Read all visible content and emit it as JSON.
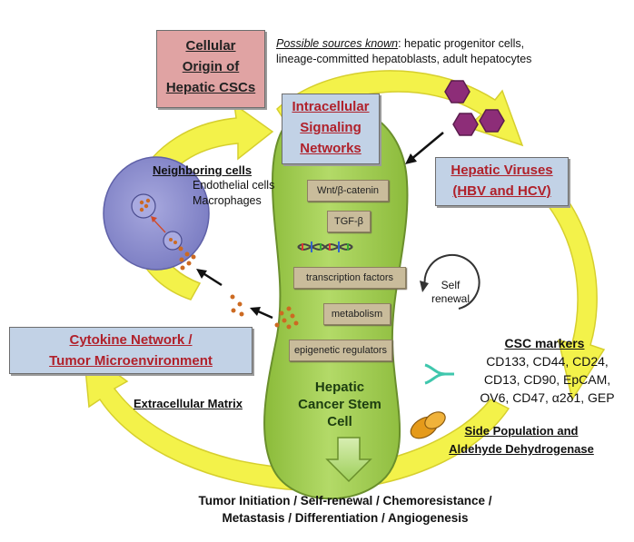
{
  "origin_box": {
    "line1": "Cellular",
    "line2": "Origin of",
    "line3": "Hepatic CSCs"
  },
  "sources": {
    "prefix": "Possible sources known",
    "line1_rest": ": hepatic progenitor cells,",
    "line2": "lineage-committed hepatoblasts, adult hepatocytes"
  },
  "signaling_box": {
    "line1": "Intracellular",
    "line2": "Signaling",
    "line3": "Networks"
  },
  "viruses_box": {
    "line1": "Hepatic Viruses",
    "line2": "(HBV and HCV)"
  },
  "neighbor": {
    "title": "Neighboring cells",
    "line1": "Endothelial cells",
    "line2": "Macrophages"
  },
  "pathways": [
    "Wnt/β-catenin",
    "TGF-β",
    "transcription factors",
    "metabolism",
    "epigenetic regulators"
  ],
  "self_renewal": {
    "line1": "Self",
    "line2": "renewal"
  },
  "csc_markers": {
    "title": "CSC markers",
    "lines": [
      "CD133, CD44, CD24,",
      "CD13, CD90, EpCAM,",
      "OV6, CD47, α2δ1, GEP"
    ]
  },
  "cytokine_box": {
    "line1": "Cytokine Network /",
    "line2": "Tumor Microenvironment"
  },
  "ecm": "Extracellular Matrix",
  "cell_label": {
    "line1": "Hepatic",
    "line2": "Cancer Stem",
    "line3": "Cell"
  },
  "side_population": {
    "line1": "Side Population and",
    "line2": "Aldehyde Dehydrogenase"
  },
  "outcomes": {
    "line1": "Tumor Initiation / Self-renewal / Chemoresistance /",
    "line2": "Metastasis / Differentiation / Angiogenesis"
  },
  "colors": {
    "cell_fill": "#9fcb4c",
    "cell_stroke": "#6a8f2c",
    "arrow_yellow": "#f3f24a",
    "red_box": "#e0a3a3",
    "blue_box": "#c2d2e6",
    "virus": "#8d2d78",
    "neighbor_cell": "#8e8fd0",
    "dots": "#cc6a22",
    "label_red": "#b0212b"
  }
}
